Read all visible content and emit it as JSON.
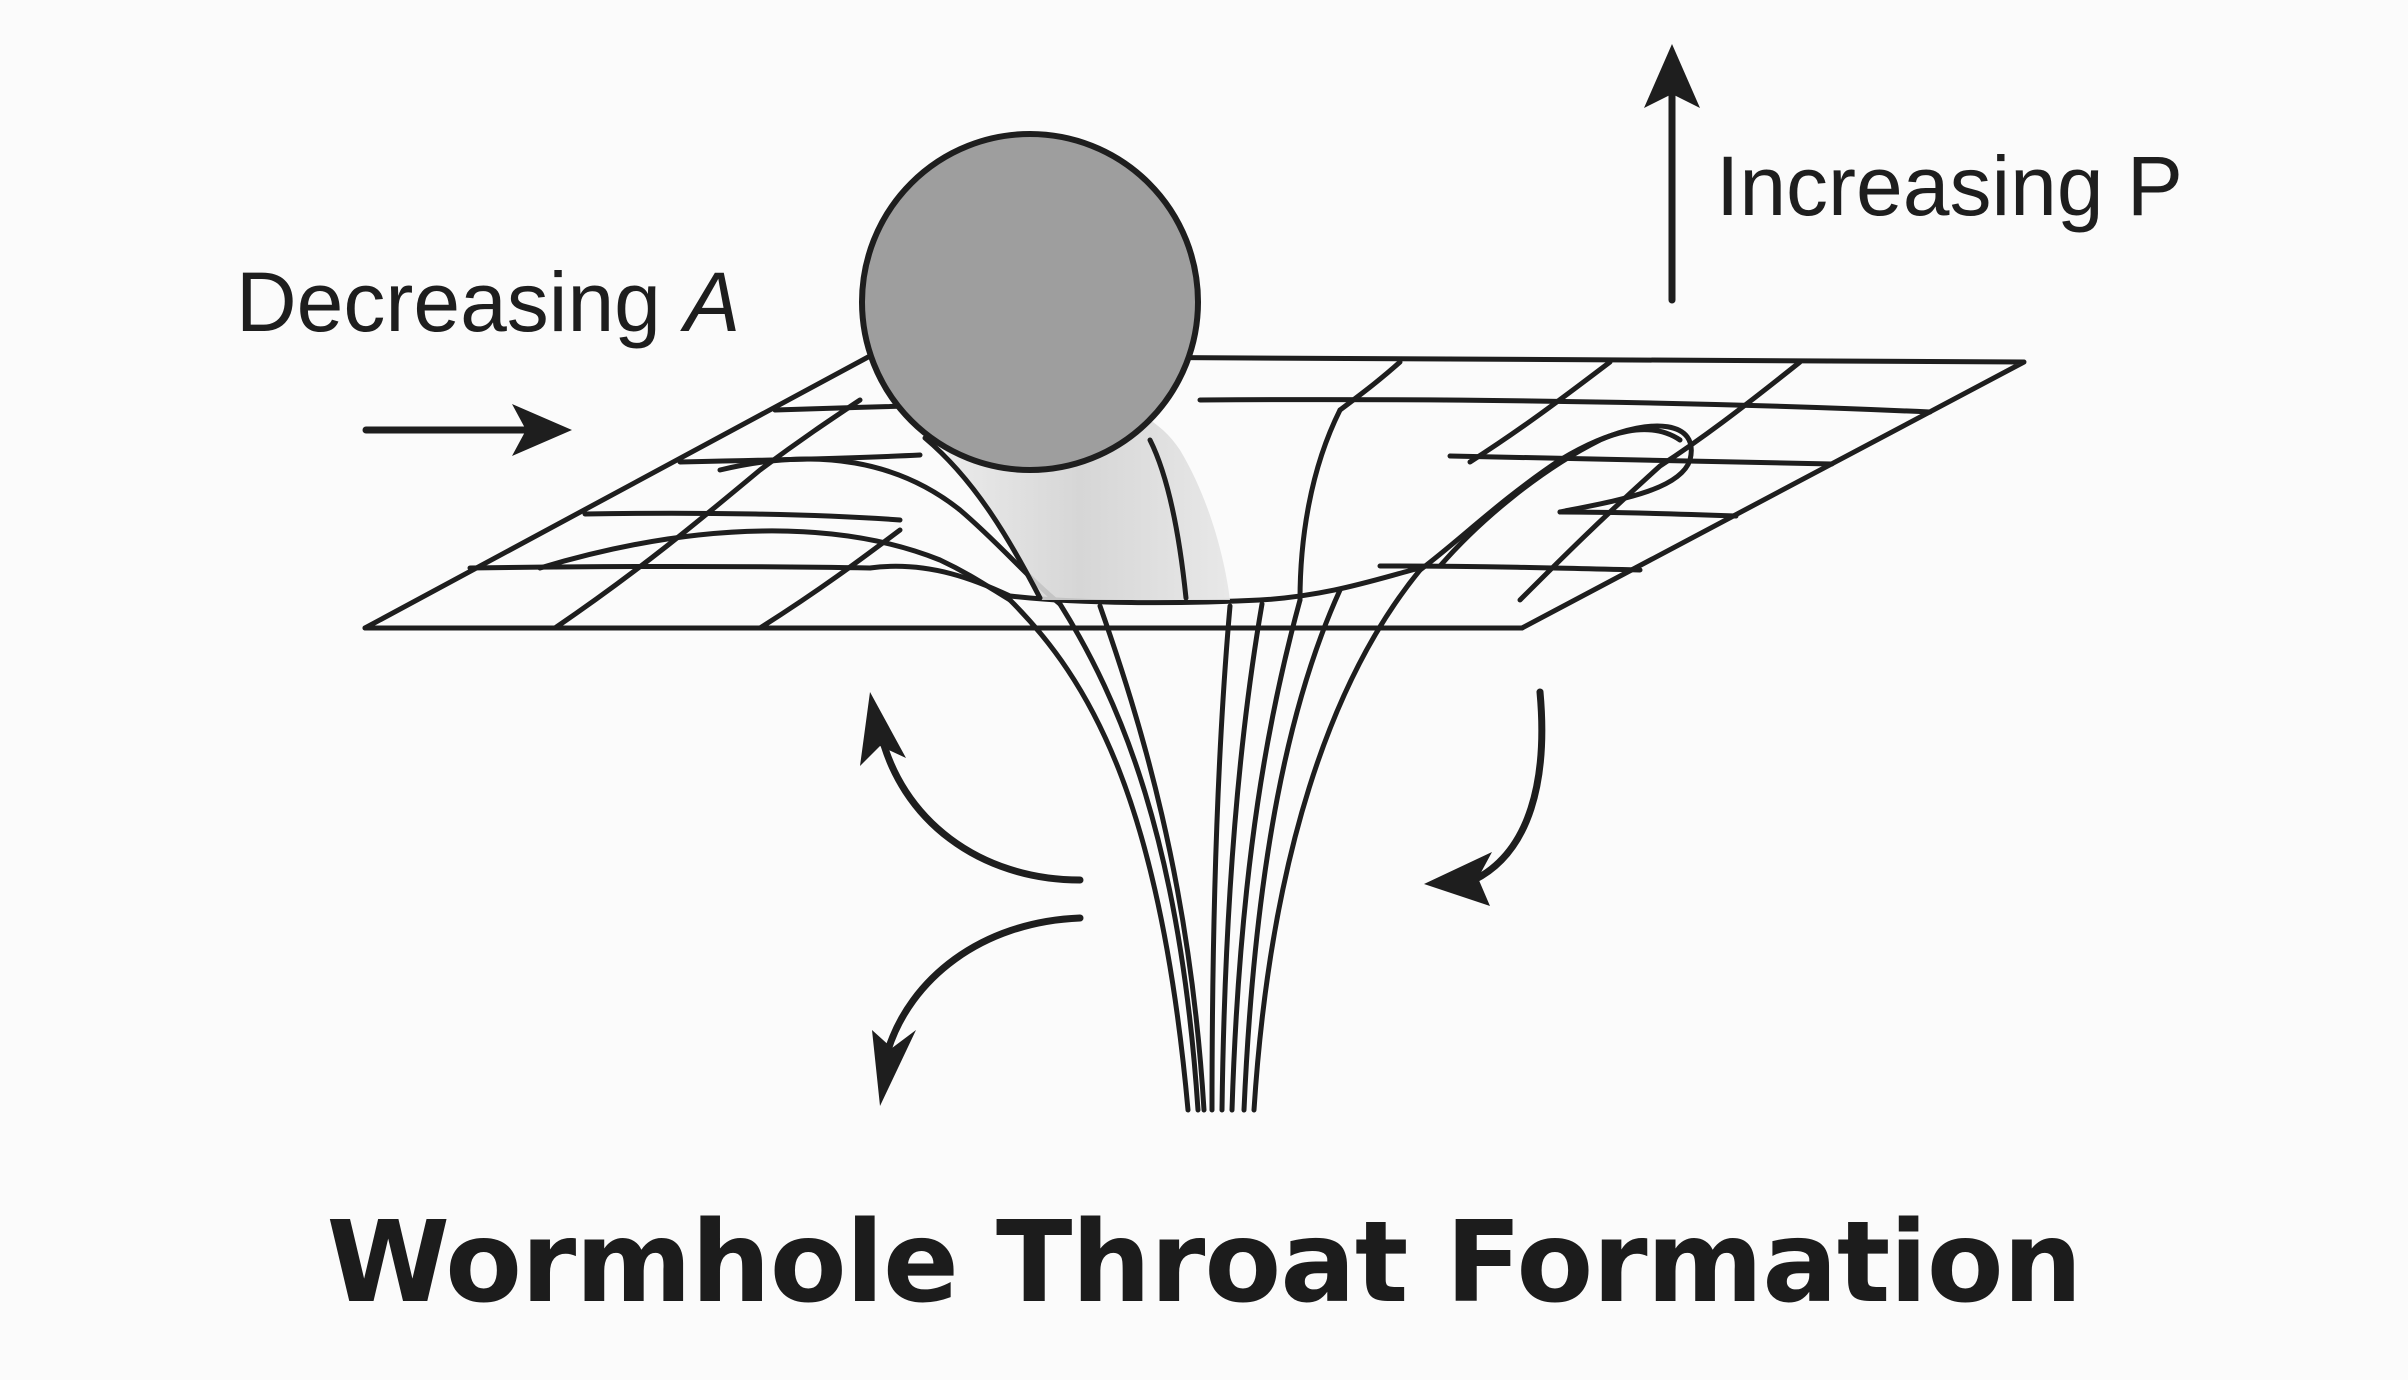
{
  "labels": {
    "decreasing_prefix": "Decreasing ",
    "decreasing_var": "A",
    "increasing": "Increasing P"
  },
  "title": "Wormhole Throat Formation",
  "colors": {
    "background": "#fbfbfb",
    "ink": "#1e1e1e",
    "sphere_fill": "#9e9e9e",
    "shadow": "#d9d9d9"
  }
}
